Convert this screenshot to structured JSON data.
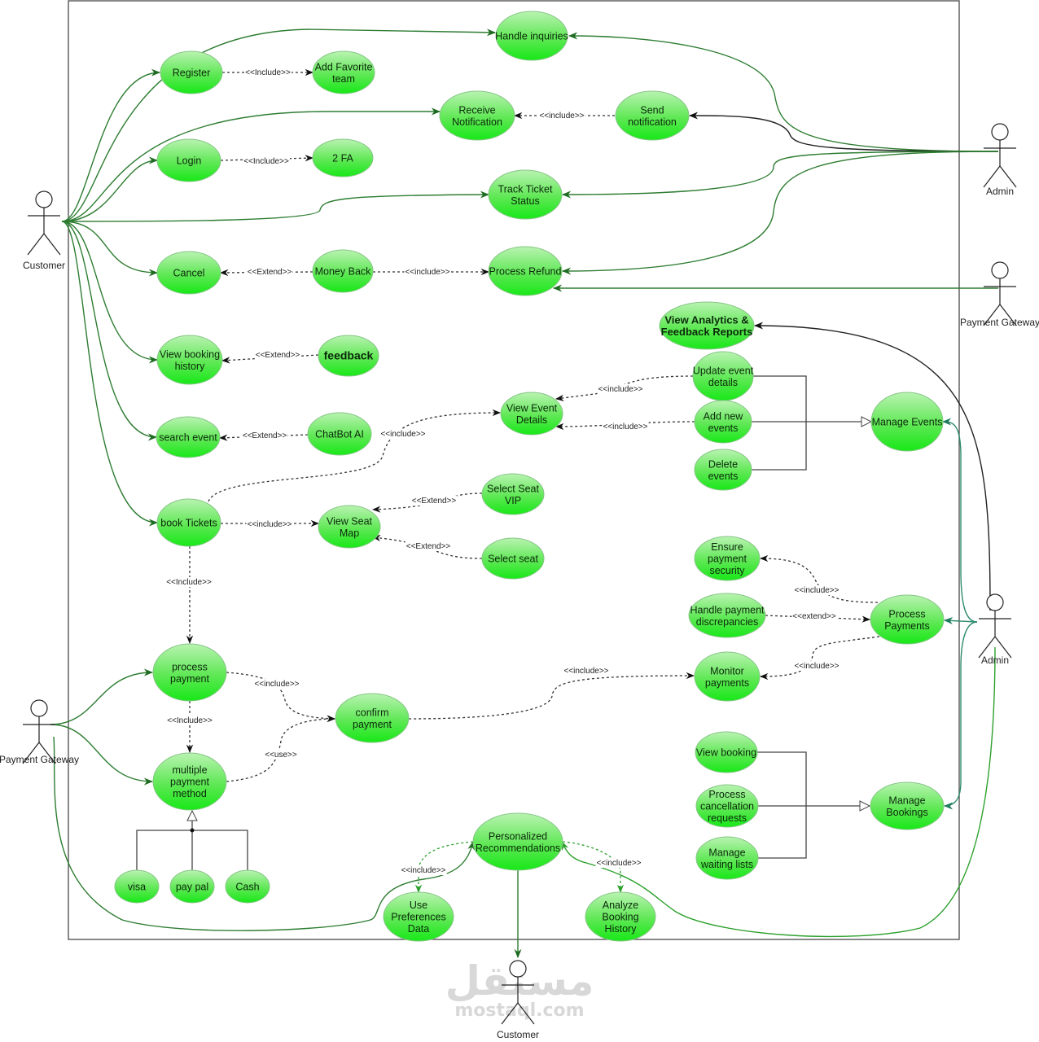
{
  "diagram": {
    "type": "UML use case diagram",
    "colors": {
      "usecase_fill_top": "#b8f5b0",
      "usecase_fill_bottom": "#1aed1a",
      "usecase_stroke": "#7fbf7f",
      "assoc_green": "#2e7d32",
      "assoc_teal": "#2e8b6e",
      "assoc_black": "#111111",
      "dashed": "#333333",
      "boundary": "#555555"
    },
    "actors": [
      {
        "id": "customer_left",
        "label": "Customer"
      },
      {
        "id": "payment_gateway_left",
        "label": "Payment Gateway"
      },
      {
        "id": "admin_top",
        "label": "Admin"
      },
      {
        "id": "payment_gateway_right",
        "label": "Payment Gateway"
      },
      {
        "id": "admin_right",
        "label": "Admin"
      },
      {
        "id": "customer_bottom",
        "label": "Customer"
      }
    ],
    "usecases": [
      {
        "id": "handle_inquiries",
        "lines": [
          "Handle inquiries"
        ]
      },
      {
        "id": "register",
        "lines": [
          "Register"
        ]
      },
      {
        "id": "add_favorite_team",
        "lines": [
          "Add Favorite",
          "team"
        ]
      },
      {
        "id": "receive_notification",
        "lines": [
          "Receive",
          "Notification"
        ]
      },
      {
        "id": "send_notification",
        "lines": [
          "Send",
          "notification"
        ]
      },
      {
        "id": "login",
        "lines": [
          "Login"
        ]
      },
      {
        "id": "two_fa",
        "lines": [
          "2 FA"
        ]
      },
      {
        "id": "track_ticket_status",
        "lines": [
          "Track Ticket",
          "Status"
        ]
      },
      {
        "id": "cancel",
        "lines": [
          "Cancel"
        ]
      },
      {
        "id": "money_back",
        "lines": [
          "Money Back"
        ]
      },
      {
        "id": "process_refund",
        "lines": [
          "Process Refund"
        ]
      },
      {
        "id": "view_analytics",
        "lines": [
          "View Analytics &",
          "Feedback Reports"
        ]
      },
      {
        "id": "view_booking_history",
        "lines": [
          "View booking",
          "history"
        ]
      },
      {
        "id": "feedback",
        "lines": [
          "feedback"
        ]
      },
      {
        "id": "update_event_details",
        "lines": [
          "Update event",
          "details"
        ]
      },
      {
        "id": "view_event_details",
        "lines": [
          "View Event",
          "Details"
        ]
      },
      {
        "id": "add_new_events",
        "lines": [
          "Add new",
          "events"
        ]
      },
      {
        "id": "manage_events",
        "lines": [
          "Manage Events"
        ]
      },
      {
        "id": "search_event",
        "lines": [
          "search event"
        ]
      },
      {
        "id": "chatbot_ai",
        "lines": [
          "ChatBot AI"
        ]
      },
      {
        "id": "delete_events",
        "lines": [
          "Delete",
          "events"
        ]
      },
      {
        "id": "select_seat_vip",
        "lines": [
          "Select Seat",
          "VIP"
        ]
      },
      {
        "id": "book_tickets",
        "lines": [
          "book Tickets"
        ]
      },
      {
        "id": "view_seat_map",
        "lines": [
          "View Seat",
          "Map"
        ]
      },
      {
        "id": "select_seat",
        "lines": [
          "Select seat"
        ]
      },
      {
        "id": "ensure_payment_security",
        "lines": [
          "Ensure",
          "payment",
          "security"
        ]
      },
      {
        "id": "handle_payment_discrepancies",
        "lines": [
          "Handle payment",
          "discrepancies"
        ]
      },
      {
        "id": "process_payments",
        "lines": [
          "Process",
          "Payments"
        ]
      },
      {
        "id": "monitor_payments",
        "lines": [
          "Monitor",
          "payments"
        ]
      },
      {
        "id": "process_payment",
        "lines": [
          "process",
          "payment"
        ]
      },
      {
        "id": "confirm_payment",
        "lines": [
          "confirm",
          "payment"
        ]
      },
      {
        "id": "multiple_payment_method",
        "lines": [
          "multiple",
          "payment",
          "method"
        ]
      },
      {
        "id": "view_booking",
        "lines": [
          "View booking"
        ]
      },
      {
        "id": "process_cancellation_requests",
        "lines": [
          "Process",
          "cancellation",
          "requests"
        ]
      },
      {
        "id": "manage_bookings",
        "lines": [
          "Manage",
          "Bookings"
        ]
      },
      {
        "id": "manage_waiting_lists",
        "lines": [
          "Manage",
          "waiting lists"
        ]
      },
      {
        "id": "visa",
        "lines": [
          "visa"
        ]
      },
      {
        "id": "pay_pal",
        "lines": [
          "pay pal"
        ]
      },
      {
        "id": "cash",
        "lines": [
          "Cash"
        ]
      },
      {
        "id": "personalized_recommendations",
        "lines": [
          "Personalized",
          "Recommendations"
        ]
      },
      {
        "id": "use_preferences_data",
        "lines": [
          "Use",
          "Preferences",
          "Data"
        ]
      },
      {
        "id": "analyze_booking_history",
        "lines": [
          "Analyze",
          "Booking",
          "History"
        ]
      }
    ],
    "relation_labels": [
      {
        "id": "reg_fav",
        "text": "<<Include>>"
      },
      {
        "id": "send_recv",
        "text": "<<include>>"
      },
      {
        "id": "login_2fa",
        "text": "<<Include>>"
      },
      {
        "id": "money_cancel",
        "text": "<<Extend>>"
      },
      {
        "id": "money_refund",
        "text": "<<include>>"
      },
      {
        "id": "feedback_history",
        "text": "<<Extend>>"
      },
      {
        "id": "update_view",
        "text": "<<include>>"
      },
      {
        "id": "add_view",
        "text": "<<include>>"
      },
      {
        "id": "chatbot_search",
        "text": "<<Extend>>"
      },
      {
        "id": "book_viewevent",
        "text": "<<include>>"
      },
      {
        "id": "vip_map",
        "text": "<<Extend>>"
      },
      {
        "id": "book_map",
        "text": "<<include>>"
      },
      {
        "id": "seat_map",
        "text": "<<Extend>>"
      },
      {
        "id": "book_process",
        "text": "<<Include>>"
      },
      {
        "id": "pp_security",
        "text": "<<include>>"
      },
      {
        "id": "disc_pp",
        "text": "<<extend>>"
      },
      {
        "id": "pp_monitor",
        "text": "<<include>>"
      },
      {
        "id": "confirm_monitor",
        "text": "<<include>>"
      },
      {
        "id": "process_confirm",
        "text": "<<include>>"
      },
      {
        "id": "process_multi",
        "text": "<<Include>>"
      },
      {
        "id": "multi_confirm",
        "text": "<<use>>"
      },
      {
        "id": "rec_pref",
        "text": "<<include>>"
      },
      {
        "id": "rec_analyze",
        "text": "<<include>>"
      }
    ],
    "watermark": {
      "arabic": "مستقل",
      "latin": "mostaql.com"
    }
  }
}
